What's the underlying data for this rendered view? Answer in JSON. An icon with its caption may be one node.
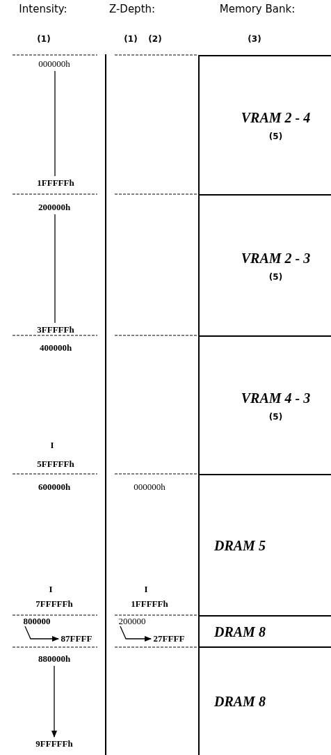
{
  "diagram": {
    "nodes": [
      {
        "text": [
          "VRAM 2 - 4",
          "(5)"
        ]
      },
      {
        "text": [
          "VRAM 2 - 3",
          "(5)"
        ]
      },
      {
        "text": [
          "VRAM 4 - 3",
          "(5)"
        ]
      },
      {
        "text": [
          "DRAM 5"
        ]
      },
      {
        "text": [
          "DRAM 8"
        ]
      },
      {
        "text": [
          "DRAM 8"
        ]
      },
      {
        "text": [
          "000000h"
        ]
      },
      {
        "text": [
          "1FFFFFh"
        ]
      },
      {
        "text": [
          "200000h"
        ]
      },
      {
        "text": [
          "3FFFFFh"
        ]
      },
      {
        "text": [
          "800000"
        ]
      },
      {
        "text": [
          "87FFFF"
        ]
      },
      {
        "text": [
          "880000h"
        ]
      },
      {
        "text": [
          "9FFFFFh"
        ]
      },
      {
        "text": [
          "200000"
        ]
      },
      {
        "text": [
          "27FFFF"
        ]
      }
    ],
    "edges": [
      {
        "from": 6,
        "to": 7,
        "arrow": "none"
      },
      {
        "from": 8,
        "to": 9,
        "arrow": "none"
      },
      {
        "from": 10,
        "to": 11,
        "arrow": "to"
      },
      {
        "from": 14,
        "to": 15,
        "arrow": "to"
      },
      {
        "from": 12,
        "to": 13,
        "arrow": "to"
      }
    ],
    "labels": [
      "Intensity:",
      "Z-Depth:",
      "Memory Bank:",
      "(1)",
      "(1)",
      "(2)",
      "(3)",
      "400000h",
      "I",
      "5FFFFFh",
      "600000h",
      "000000h",
      "I",
      "I",
      "7FFFFFh",
      "1FFFFFh"
    ]
  }
}
